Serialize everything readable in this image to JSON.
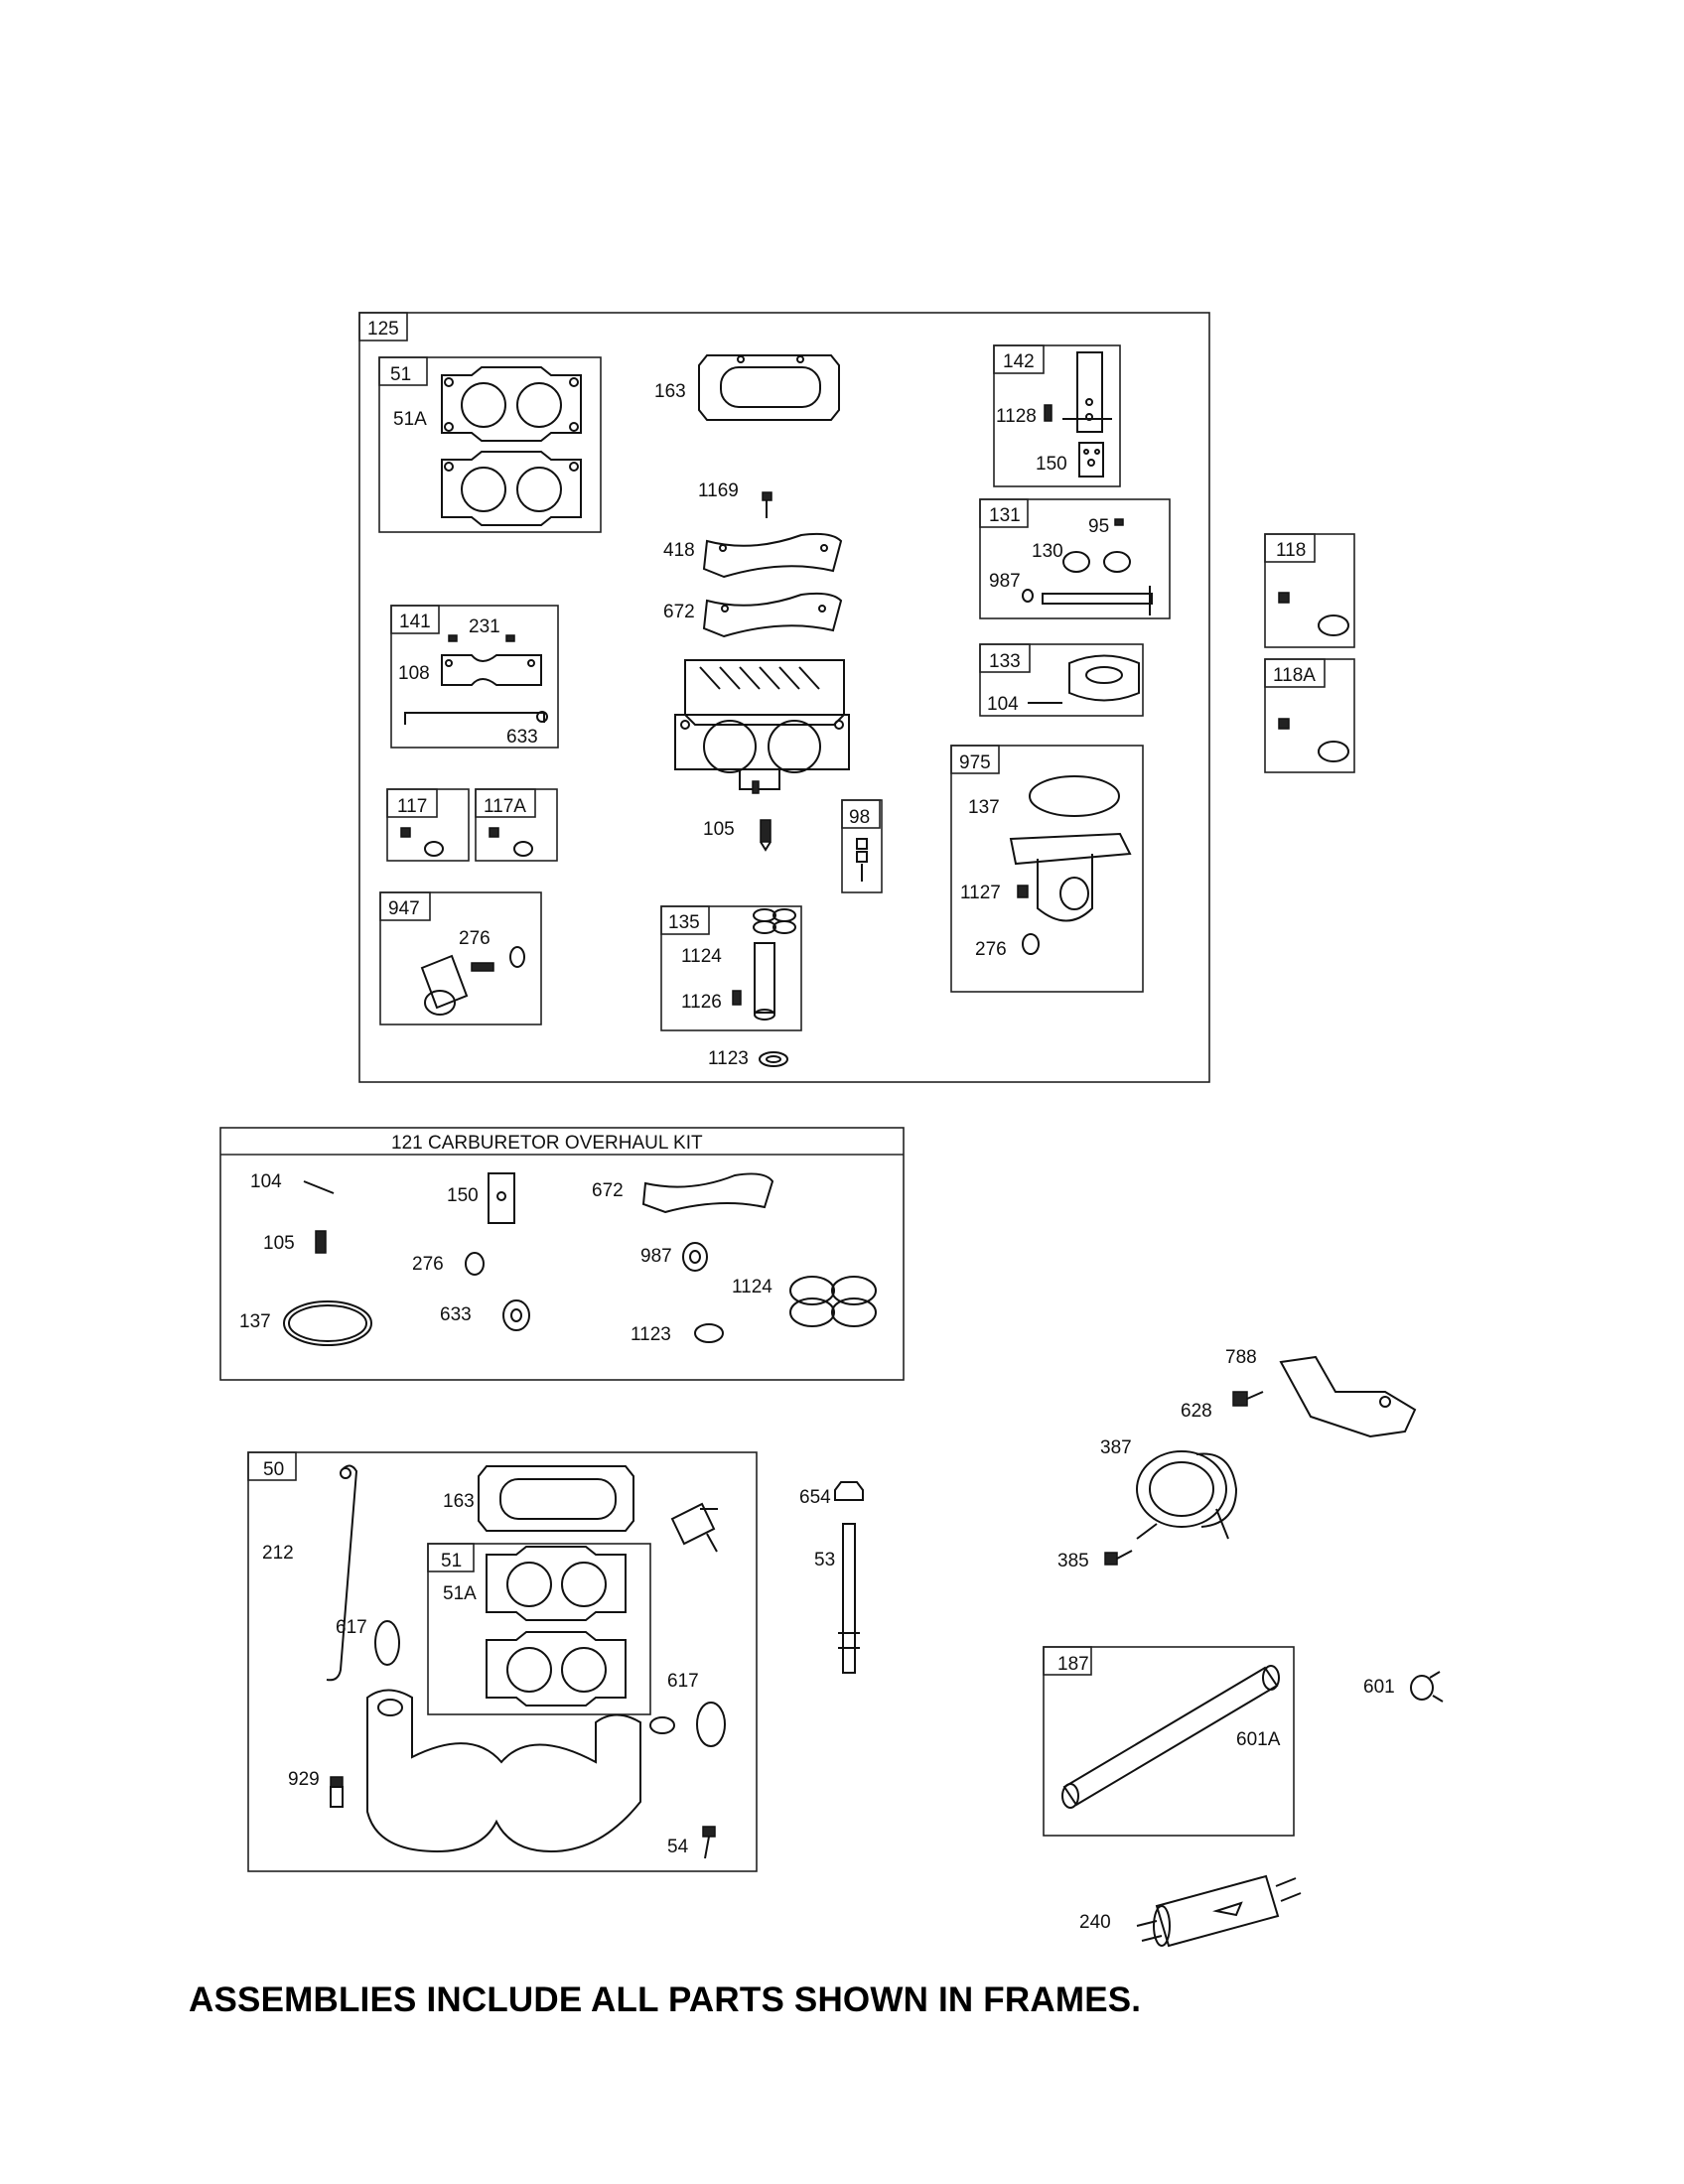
{
  "footer_note": "ASSEMBLIES INCLUDE ALL PARTS SHOWN IN FRAMES.",
  "kit": {
    "title": "121 CARBURETOR OVERHAUL KIT"
  },
  "tags": {
    "f125": "125",
    "f51a": "51",
    "f141": "141",
    "f117": "117",
    "f117A": "117A",
    "f947": "947",
    "f135": "135",
    "f98": "98",
    "f142": "142",
    "f131": "131",
    "f133": "133",
    "f975": "975",
    "f118": "118",
    "f118A": "118A",
    "f50": "50",
    "f51b": "51",
    "f187": "187"
  },
  "callouts": {
    "c51A": "51A",
    "c163": "163",
    "c1169": "1169",
    "c418": "418",
    "c672": "672",
    "c231": "231",
    "c108": "108",
    "c633": "633",
    "c105": "105",
    "c276a": "276",
    "c1124": "1124",
    "c1126": "1126",
    "c1123": "1123",
    "c1128": "1128",
    "c150": "150",
    "c95": "95",
    "c130": "130",
    "c987": "987",
    "c104": "104",
    "c137": "137",
    "c1127": "1127",
    "c276b": "276",
    "k104": "104",
    "k150": "150",
    "k672": "672",
    "k105": "105",
    "k276": "276",
    "k987": "987",
    "k1124": "1124",
    "k137": "137",
    "k633": "633",
    "k1123": "1123",
    "c163b": "163",
    "c212": "212",
    "c51Ab": "51A",
    "c617a": "617",
    "c617b": "617",
    "c929": "929",
    "c54": "54",
    "c654": "654",
    "c53": "53",
    "c788": "788",
    "c628": "628",
    "c387": "387",
    "c385": "385",
    "c601": "601",
    "c601A": "601A",
    "c240": "240"
  }
}
